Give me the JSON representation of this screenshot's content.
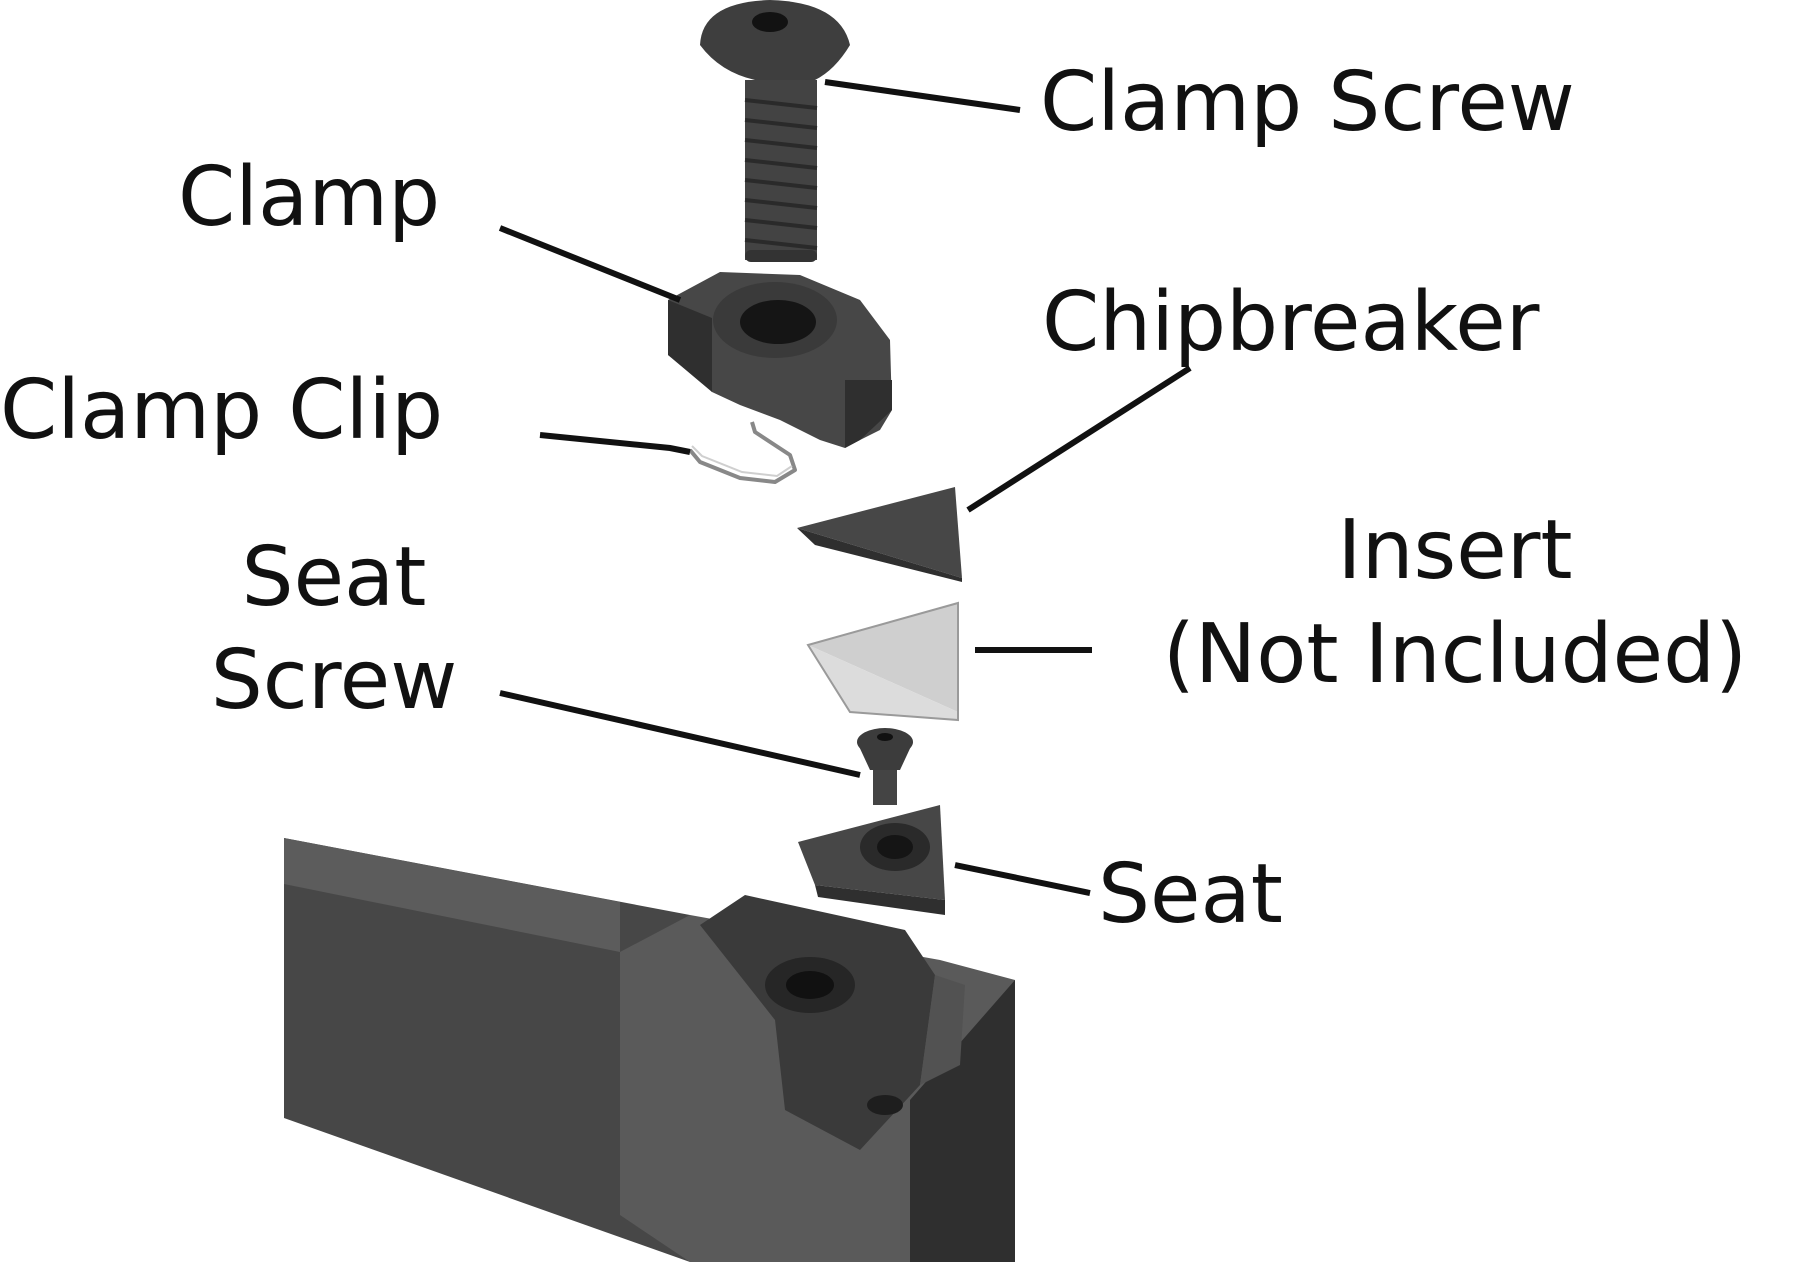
{
  "labels": {
    "clamp_screw": "Clamp Screw",
    "clamp": "Clamp",
    "chipbreaker": "Chipbreaker",
    "clamp_clip": "Clamp Clip",
    "insert_line1": "Insert",
    "insert_line2": "(Not Included)",
    "seat_screw_line1": "Seat",
    "seat_screw_line2": "Screw",
    "seat": "Seat"
  },
  "colors": {
    "part_dark": "#474747",
    "part_shadow": "#2f2f2f",
    "insert_light": "#d8d8d8",
    "text": "#111111",
    "background": "#ffffff"
  }
}
